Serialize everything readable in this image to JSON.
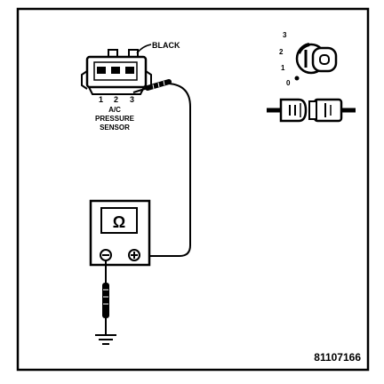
{
  "connector_color_label": "BLACK",
  "pin_numbers": [
    "1",
    "2",
    "3"
  ],
  "sensor_label": [
    "A/C",
    "PRESSURE",
    "SENSOR"
  ],
  "meter_symbol": "Ω",
  "meter_neg_symbol": "−",
  "meter_pos_symbol": "+",
  "ignition_positions": [
    "3",
    "2",
    "1",
    "0"
  ],
  "figure_id": "81107166",
  "icons": {
    "ohmmeter": "ohmmeter-icon",
    "ground": "ground-icon",
    "ignition": "ignition-key-icon",
    "disconnected": "disconnected-connector-icon"
  }
}
